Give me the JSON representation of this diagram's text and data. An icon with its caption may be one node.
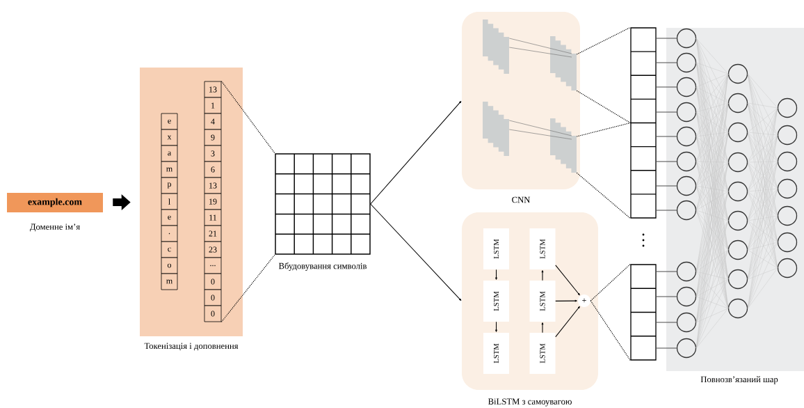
{
  "diagram": {
    "nodes": [
      {
        "text": [
          "example.com"
        ],
        "beside": [
          "Доменне ім’я"
        ]
      },
      {
        "text": [
          "Токенізація і доповнення"
        ]
      },
      {
        "text": [
          "e"
        ],
        "in": 1
      },
      {
        "text": [
          "x"
        ],
        "in": 1
      },
      {
        "text": [
          "a"
        ],
        "in": 1
      },
      {
        "text": [
          "m"
        ],
        "in": 1
      },
      {
        "text": [
          "p"
        ],
        "in": 1
      },
      {
        "text": [
          "l"
        ],
        "in": 1
      },
      {
        "text": [
          "e"
        ],
        "in": 1
      },
      {
        "text": [
          "."
        ],
        "in": 1
      },
      {
        "text": [
          "c"
        ],
        "in": 1
      },
      {
        "text": [
          "o"
        ],
        "in": 1
      },
      {
        "text": [
          "m"
        ],
        "in": 1
      },
      {
        "text": [
          "13"
        ],
        "in": 1
      },
      {
        "text": [
          "1"
        ],
        "in": 1
      },
      {
        "text": [
          "4"
        ],
        "in": 1
      },
      {
        "text": [
          "9"
        ],
        "in": 1
      },
      {
        "text": [
          "3"
        ],
        "in": 1
      },
      {
        "text": [
          "6"
        ],
        "in": 1
      },
      {
        "text": [
          "13"
        ],
        "in": 1
      },
      {
        "text": [
          "19"
        ],
        "in": 1
      },
      {
        "text": [
          "11"
        ],
        "in": 1
      },
      {
        "text": [
          "21"
        ],
        "in": 1
      },
      {
        "text": [
          "23"
        ],
        "in": 1
      },
      {
        "text": [
          "..."
        ],
        "in": 1
      },
      {
        "text": [
          "0"
        ],
        "in": 1
      },
      {
        "text": [
          "0"
        ],
        "in": 1
      },
      {
        "text": [
          "0"
        ],
        "in": 1
      },
      {
        "text": [
          "Вбудовування символів"
        ]
      },
      {
        "text": [
          "CNN"
        ]
      },
      {
        "text": [],
        "shape": "box",
        "in": 29
      },
      {
        "text": [],
        "shape": "box",
        "in": 29
      },
      {
        "text": [],
        "shape": "box",
        "in": 29
      },
      {
        "text": [],
        "shape": "box",
        "in": 29
      },
      {
        "text": [],
        "shape": "box"
      },
      {
        "text": [
          "BiLSTM з самоувагою"
        ]
      },
      {
        "text": [
          "LSTM"
        ],
        "in": 35
      },
      {
        "text": [
          "LSTM"
        ],
        "in": 35
      },
      {
        "text": [
          "LSTM"
        ],
        "in": 35
      },
      {
        "text": [
          "LSTM"
        ],
        "in": 35
      },
      {
        "text": [
          "LSTM"
        ],
        "in": 35
      },
      {
        "text": [
          "LSTM"
        ],
        "in": 35
      },
      {
        "text": [
          "+"
        ],
        "in": 35
      },
      {
        "text": [],
        "shape": "box"
      },
      {
        "text": [
          "Повнозв’язаний шар"
        ]
      },
      {
        "text": [],
        "shape": "circle",
        "in": 44
      },
      {
        "text": [],
        "shape": "circle",
        "in": 44
      },
      {
        "text": [],
        "shape": "circle",
        "in": 44
      },
      {
        "text": [],
        "shape": "circle",
        "in": 44
      },
      {
        "text": [],
        "shape": "circle",
        "in": 44
      },
      {
        "text": [],
        "shape": "circle",
        "in": 44
      },
      {
        "text": [],
        "shape": "circle",
        "in": 44
      },
      {
        "text": [],
        "shape": "circle",
        "in": 44
      },
      {
        "text": [],
        "shape": "circle",
        "in": 44
      },
      {
        "text": [],
        "shape": "circle",
        "in": 44
      },
      {
        "text": [],
        "shape": "circle",
        "in": 44
      },
      {
        "text": [],
        "shape": "circle",
        "in": 44
      },
      {
        "text": [],
        "shape": "circle",
        "in": 44
      },
      {
        "text": [],
        "shape": "circle",
        "in": 44
      },
      {
        "text": [],
        "shape": "circle",
        "in": 44
      },
      {
        "text": [],
        "shape": "circle",
        "in": 44
      },
      {
        "text": [],
        "shape": "circle",
        "in": 44
      },
      {
        "text": [],
        "shape": "circle",
        "in": 44
      },
      {
        "text": [],
        "shape": "circle",
        "in": 44
      },
      {
        "text": [],
        "shape": "circle",
        "in": 44
      },
      {
        "text": [],
        "shape": "circle",
        "in": 44
      },
      {
        "text": [],
        "shape": "circle",
        "in": 44
      },
      {
        "text": [],
        "shape": "circle",
        "in": 44
      },
      {
        "text": [],
        "shape": "circle",
        "in": 44
      },
      {
        "text": [],
        "shape": "circle",
        "in": 44
      },
      {
        "text": [],
        "shape": "circle",
        "in": 44
      },
      {
        "text": [],
        "shape": "circle",
        "in": 44
      },
      {
        "text": [],
        "shape": "circle",
        "in": 44
      }
    ],
    "edges": [
      {
        "from": 0,
        "to": 1,
        "arrow": "to",
        "style": "thick",
        "color": "#000000"
      },
      {
        "from": 13,
        "to": 28,
        "arrow": "none",
        "style": "dashed",
        "color": "#000000"
      },
      {
        "from": 27,
        "to": 28,
        "arrow": "none",
        "style": "dashed",
        "color": "#000000"
      },
      {
        "from": 28,
        "to": 29,
        "arrow": "to",
        "color": "#000000"
      },
      {
        "from": 28,
        "to": 35,
        "arrow": "to",
        "color": "#000000"
      },
      {
        "from": 30,
        "to": 31,
        "arrow": "none",
        "color": "#777777"
      },
      {
        "from": 30,
        "to": 31,
        "arrow": "none",
        "color": "#777777"
      },
      {
        "from": 32,
        "to": 33,
        "arrow": "none",
        "color": "#777777"
      },
      {
        "from": 32,
        "to": 33,
        "arrow": "none",
        "color": "#777777"
      },
      {
        "from": 31,
        "to": 34,
        "arrow": "none",
        "style": "dashed",
        "color": "#000000"
      },
      {
        "from": 31,
        "to": 34,
        "arrow": "none",
        "style": "dashed",
        "color": "#000000"
      },
      {
        "from": 33,
        "to": 34,
        "arrow": "none",
        "style": "dashed",
        "color": "#000000"
      },
      {
        "from": 33,
        "to": 34,
        "arrow": "none",
        "style": "dashed",
        "color": "#000000"
      },
      {
        "from": 36,
        "to": 37,
        "arrow": "to",
        "color": "#000000"
      },
      {
        "from": 37,
        "to": 38,
        "arrow": "to",
        "color": "#000000"
      },
      {
        "from": 41,
        "to": 40,
        "arrow": "to",
        "color": "#000000"
      },
      {
        "from": 40,
        "to": 39,
        "arrow": "to",
        "color": "#000000"
      },
      {
        "from": 39,
        "to": 42,
        "arrow": "to",
        "color": "#000000"
      },
      {
        "from": 40,
        "to": 42,
        "arrow": "to",
        "color": "#000000"
      },
      {
        "from": 41,
        "to": 42,
        "arrow": "to",
        "color": "#000000"
      },
      {
        "from": 42,
        "to": 43,
        "arrow": "none",
        "style": "dashed",
        "color": "#000000"
      },
      {
        "from": 42,
        "to": 43,
        "arrow": "none",
        "style": "dashed",
        "color": "#000000"
      },
      {
        "from": 34,
        "to": 45,
        "arrow": "none",
        "color": "#555555"
      },
      {
        "from": 34,
        "to": 46,
        "arrow": "none",
        "color": "#555555"
      },
      {
        "from": 34,
        "to": 47,
        "arrow": "none",
        "color": "#555555"
      },
      {
        "from": 34,
        "to": 48,
        "arrow": "none",
        "color": "#555555"
      },
      {
        "from": 34,
        "to": 49,
        "arrow": "none",
        "color": "#555555"
      },
      {
        "from": 34,
        "to": 50,
        "arrow": "none",
        "color": "#555555"
      },
      {
        "from": 34,
        "to": 51,
        "arrow": "none",
        "color": "#555555"
      },
      {
        "from": 34,
        "to": 52,
        "arrow": "none",
        "color": "#555555"
      },
      {
        "from": 43,
        "to": 53,
        "arrow": "none",
        "color": "#555555"
      },
      {
        "from": 43,
        "to": 54,
        "arrow": "none",
        "color": "#555555"
      },
      {
        "from": 43,
        "to": 55,
        "arrow": "none",
        "color": "#555555"
      },
      {
        "from": 43,
        "to": 56,
        "arrow": "none",
        "color": "#555555"
      },
      {
        "from": 45,
        "to": 57,
        "arrow": "none"
      },
      {
        "from": 45,
        "to": 58,
        "arrow": "none"
      },
      {
        "from": 45,
        "to": 59,
        "arrow": "none"
      },
      {
        "from": 45,
        "to": 60,
        "arrow": "none"
      },
      {
        "from": 45,
        "to": 61,
        "arrow": "none"
      },
      {
        "from": 45,
        "to": 62,
        "arrow": "none"
      },
      {
        "from": 45,
        "to": 63,
        "arrow": "none"
      },
      {
        "from": 45,
        "to": 64,
        "arrow": "none"
      },
      {
        "from": 45,
        "to": 65,
        "arrow": "none"
      },
      {
        "from": 46,
        "to": 57,
        "arrow": "none"
      },
      {
        "from": 46,
        "to": 58,
        "arrow": "none"
      },
      {
        "from": 46,
        "to": 59,
        "arrow": "none"
      },
      {
        "from": 46,
        "to": 60,
        "arrow": "none"
      },
      {
        "from": 46,
        "to": 61,
        "arrow": "none"
      },
      {
        "from": 46,
        "to": 62,
        "arrow": "none"
      },
      {
        "from": 46,
        "to": 63,
        "arrow": "none"
      },
      {
        "from": 46,
        "to": 64,
        "arrow": "none"
      },
      {
        "from": 46,
        "to": 65,
        "arrow": "none"
      },
      {
        "from": 47,
        "to": 57,
        "arrow": "none"
      },
      {
        "from": 47,
        "to": 58,
        "arrow": "none"
      },
      {
        "from": 47,
        "to": 59,
        "arrow": "none"
      },
      {
        "from": 47,
        "to": 60,
        "arrow": "none"
      },
      {
        "from": 47,
        "to": 61,
        "arrow": "none"
      },
      {
        "from": 47,
        "to": 62,
        "arrow": "none"
      },
      {
        "from": 47,
        "to": 63,
        "arrow": "none"
      },
      {
        "from": 47,
        "to": 64,
        "arrow": "none"
      },
      {
        "from": 47,
        "to": 65,
        "arrow": "none"
      },
      {
        "from": 48,
        "to": 57,
        "arrow": "none"
      },
      {
        "from": 48,
        "to": 58,
        "arrow": "none"
      },
      {
        "from": 48,
        "to": 59,
        "arrow": "none"
      },
      {
        "from": 48,
        "to": 60,
        "arrow": "none"
      },
      {
        "from": 48,
        "to": 61,
        "arrow": "none"
      },
      {
        "from": 48,
        "to": 62,
        "arrow": "none"
      },
      {
        "from": 48,
        "to": 63,
        "arrow": "none"
      },
      {
        "from": 48,
        "to": 64,
        "arrow": "none"
      },
      {
        "from": 48,
        "to": 65,
        "arrow": "none"
      },
      {
        "from": 49,
        "to": 57,
        "arrow": "none"
      },
      {
        "from": 49,
        "to": 58,
        "arrow": "none"
      },
      {
        "from": 49,
        "to": 59,
        "arrow": "none"
      },
      {
        "from": 49,
        "to": 60,
        "arrow": "none"
      },
      {
        "from": 49,
        "to": 61,
        "arrow": "none"
      },
      {
        "from": 49,
        "to": 62,
        "arrow": "none"
      },
      {
        "from": 49,
        "to": 63,
        "arrow": "none"
      },
      {
        "from": 49,
        "to": 64,
        "arrow": "none"
      },
      {
        "from": 49,
        "to": 65,
        "arrow": "none"
      },
      {
        "from": 50,
        "to": 57,
        "arrow": "none"
      },
      {
        "from": 50,
        "to": 58,
        "arrow": "none"
      },
      {
        "from": 50,
        "to": 59,
        "arrow": "none"
      },
      {
        "from": 50,
        "to": 60,
        "arrow": "none"
      },
      {
        "from": 50,
        "to": 61,
        "arrow": "none"
      },
      {
        "from": 50,
        "to": 62,
        "arrow": "none"
      },
      {
        "from": 50,
        "to": 63,
        "arrow": "none"
      },
      {
        "from": 50,
        "to": 64,
        "arrow": "none"
      },
      {
        "from": 50,
        "to": 65,
        "arrow": "none"
      },
      {
        "from": 51,
        "to": 57,
        "arrow": "none"
      },
      {
        "from": 51,
        "to": 58,
        "arrow": "none"
      },
      {
        "from": 51,
        "to": 59,
        "arrow": "none"
      },
      {
        "from": 51,
        "to": 60,
        "arrow": "none"
      },
      {
        "from": 51,
        "to": 61,
        "arrow": "none"
      },
      {
        "from": 51,
        "to": 62,
        "arrow": "none"
      },
      {
        "from": 51,
        "to": 63,
        "arrow": "none"
      },
      {
        "from": 51,
        "to": 64,
        "arrow": "none"
      },
      {
        "from": 51,
        "to": 65,
        "arrow": "none"
      },
      {
        "from": 52,
        "to": 57,
        "arrow": "none"
      },
      {
        "from": 52,
        "to": 58,
        "arrow": "none"
      },
      {
        "from": 52,
        "to": 59,
        "arrow": "none"
      },
      {
        "from": 52,
        "to": 60,
        "arrow": "none"
      },
      {
        "from": 52,
        "to": 61,
        "arrow": "none"
      },
      {
        "from": 52,
        "to": 62,
        "arrow": "none"
      },
      {
        "from": 52,
        "to": 63,
        "arrow": "none"
      },
      {
        "from": 52,
        "to": 64,
        "arrow": "none"
      },
      {
        "from": 52,
        "to": 65,
        "arrow": "none"
      },
      {
        "from": 53,
        "to": 57,
        "arrow": "none"
      },
      {
        "from": 53,
        "to": 58,
        "arrow": "none"
      },
      {
        "from": 53,
        "to": 59,
        "arrow": "none"
      },
      {
        "from": 53,
        "to": 60,
        "arrow": "none"
      },
      {
        "from": 53,
        "to": 61,
        "arrow": "none"
      },
      {
        "from": 53,
        "to": 62,
        "arrow": "none"
      },
      {
        "from": 53,
        "to": 63,
        "arrow": "none"
      },
      {
        "from": 53,
        "to": 64,
        "arrow": "none"
      },
      {
        "from": 53,
        "to": 65,
        "arrow": "none"
      },
      {
        "from": 54,
        "to": 57,
        "arrow": "none"
      },
      {
        "from": 54,
        "to": 58,
        "arrow": "none"
      },
      {
        "from": 54,
        "to": 59,
        "arrow": "none"
      },
      {
        "from": 54,
        "to": 60,
        "arrow": "none"
      },
      {
        "from": 54,
        "to": 61,
        "arrow": "none"
      },
      {
        "from": 54,
        "to": 62,
        "arrow": "none"
      },
      {
        "from": 54,
        "to": 63,
        "arrow": "none"
      },
      {
        "from": 54,
        "to": 64,
        "arrow": "none"
      },
      {
        "from": 54,
        "to": 65,
        "arrow": "none"
      },
      {
        "from": 55,
        "to": 57,
        "arrow": "none"
      },
      {
        "from": 55,
        "to": 58,
        "arrow": "none"
      },
      {
        "from": 55,
        "to": 59,
        "arrow": "none"
      },
      {
        "from": 55,
        "to": 60,
        "arrow": "none"
      },
      {
        "from": 55,
        "to": 61,
        "arrow": "none"
      },
      {
        "from": 55,
        "to": 62,
        "arrow": "none"
      },
      {
        "from": 55,
        "to": 63,
        "arrow": "none"
      },
      {
        "from": 55,
        "to": 64,
        "arrow": "none"
      },
      {
        "from": 55,
        "to": 65,
        "arrow": "none"
      },
      {
        "from": 56,
        "to": 57,
        "arrow": "none"
      },
      {
        "from": 56,
        "to": 58,
        "arrow": "none"
      },
      {
        "from": 56,
        "to": 59,
        "arrow": "none"
      },
      {
        "from": 56,
        "to": 60,
        "arrow": "none"
      },
      {
        "from": 56,
        "to": 61,
        "arrow": "none"
      },
      {
        "from": 56,
        "to": 62,
        "arrow": "none"
      },
      {
        "from": 56,
        "to": 63,
        "arrow": "none"
      },
      {
        "from": 56,
        "to": 64,
        "arrow": "none"
      },
      {
        "from": 56,
        "to": 65,
        "arrow": "none"
      },
      {
        "from": 57,
        "to": 66,
        "arrow": "none"
      },
      {
        "from": 57,
        "to": 67,
        "arrow": "none"
      },
      {
        "from": 57,
        "to": 68,
        "arrow": "none"
      },
      {
        "from": 57,
        "to": 69,
        "arrow": "none"
      },
      {
        "from": 57,
        "to": 70,
        "arrow": "none"
      },
      {
        "from": 57,
        "to": 71,
        "arrow": "none"
      },
      {
        "from": 57,
        "to": 72,
        "arrow": "none"
      },
      {
        "from": 58,
        "to": 66,
        "arrow": "none"
      },
      {
        "from": 58,
        "to": 67,
        "arrow": "none"
      },
      {
        "from": 58,
        "to": 68,
        "arrow": "none"
      },
      {
        "from": 58,
        "to": 69,
        "arrow": "none"
      },
      {
        "from": 58,
        "to": 70,
        "arrow": "none"
      },
      {
        "from": 58,
        "to": 71,
        "arrow": "none"
      },
      {
        "from": 58,
        "to": 72,
        "arrow": "none"
      },
      {
        "from": 59,
        "to": 66,
        "arrow": "none"
      },
      {
        "from": 59,
        "to": 67,
        "arrow": "none"
      },
      {
        "from": 59,
        "to": 68,
        "arrow": "none"
      },
      {
        "from": 59,
        "to": 69,
        "arrow": "none"
      },
      {
        "from": 59,
        "to": 70,
        "arrow": "none"
      },
      {
        "from": 59,
        "to": 71,
        "arrow": "none"
      },
      {
        "from": 59,
        "to": 72,
        "arrow": "none"
      },
      {
        "from": 60,
        "to": 66,
        "arrow": "none"
      },
      {
        "from": 60,
        "to": 67,
        "arrow": "none"
      },
      {
        "from": 60,
        "to": 68,
        "arrow": "none"
      },
      {
        "from": 60,
        "to": 69,
        "arrow": "none"
      },
      {
        "from": 60,
        "to": 70,
        "arrow": "none"
      },
      {
        "from": 60,
        "to": 71,
        "arrow": "none"
      },
      {
        "from": 60,
        "to": 72,
        "arrow": "none"
      },
      {
        "from": 61,
        "to": 66,
        "arrow": "none"
      },
      {
        "from": 61,
        "to": 67,
        "arrow": "none"
      },
      {
        "from": 61,
        "to": 68,
        "arrow": "none"
      },
      {
        "from": 61,
        "to": 69,
        "arrow": "none"
      },
      {
        "from": 61,
        "to": 70,
        "arrow": "none"
      },
      {
        "from": 61,
        "to": 71,
        "arrow": "none"
      },
      {
        "from": 61,
        "to": 72,
        "arrow": "none"
      },
      {
        "from": 62,
        "to": 66,
        "arrow": "none"
      },
      {
        "from": 62,
        "to": 67,
        "arrow": "none"
      },
      {
        "from": 62,
        "to": 68,
        "arrow": "none"
      },
      {
        "from": 62,
        "to": 69,
        "arrow": "none"
      },
      {
        "from": 62,
        "to": 70,
        "arrow": "none"
      },
      {
        "from": 62,
        "to": 71,
        "arrow": "none"
      },
      {
        "from": 62,
        "to": 72,
        "arrow": "none"
      },
      {
        "from": 63,
        "to": 66,
        "arrow": "none"
      },
      {
        "from": 63,
        "to": 67,
        "arrow": "none"
      },
      {
        "from": 63,
        "to": 68,
        "arrow": "none"
      },
      {
        "from": 63,
        "to": 69,
        "arrow": "none"
      },
      {
        "from": 63,
        "to": 70,
        "arrow": "none"
      },
      {
        "from": 63,
        "to": 71,
        "arrow": "none"
      },
      {
        "from": 63,
        "to": 72,
        "arrow": "none"
      },
      {
        "from": 64,
        "to": 66,
        "arrow": "none"
      },
      {
        "from": 64,
        "to": 67,
        "arrow": "none"
      },
      {
        "from": 64,
        "to": 68,
        "arrow": "none"
      },
      {
        "from": 64,
        "to": 69,
        "arrow": "none"
      },
      {
        "from": 64,
        "to": 70,
        "arrow": "none"
      },
      {
        "from": 64,
        "to": 71,
        "arrow": "none"
      },
      {
        "from": 64,
        "to": 72,
        "arrow": "none"
      },
      {
        "from": 65,
        "to": 66,
        "arrow": "none"
      },
      {
        "from": 65,
        "to": 67,
        "arrow": "none"
      },
      {
        "from": 65,
        "to": 68,
        "arrow": "none"
      },
      {
        "from": 65,
        "to": 69,
        "arrow": "none"
      },
      {
        "from": 65,
        "to": 70,
        "arrow": "none"
      },
      {
        "from": 65,
        "to": 71,
        "arrow": "none"
      },
      {
        "from": 65,
        "to": 72,
        "arrow": "none"
      }
    ]
  }
}
